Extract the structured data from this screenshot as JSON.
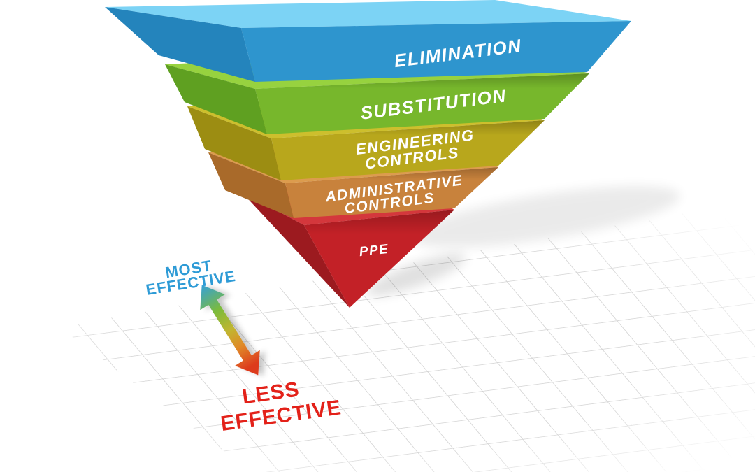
{
  "layers": [
    {
      "label_lines": [
        "ELIMINATION"
      ],
      "colors": {
        "top": "#7CD3F5",
        "front": "#2E95CE",
        "left": "#2484BC"
      }
    },
    {
      "label_lines": [
        "SUBSTITUTION"
      ],
      "colors": {
        "top": "#97D23F",
        "front": "#77B72C",
        "left": "#5FA021"
      }
    },
    {
      "label_lines": [
        "ENGINEERING",
        "CONTROLS"
      ],
      "colors": {
        "top": "#CDBF2D",
        "front": "#B8A71C",
        "left": "#9C8D12"
      }
    },
    {
      "label_lines": [
        "ADMINISTRATIVE",
        "CONTROLS"
      ],
      "colors": {
        "top": "#DC9C4E",
        "front": "#C8823C",
        "left": "#A96A2A"
      }
    },
    {
      "label_lines": [
        "PPE"
      ],
      "colors": {
        "top": "#D4373C",
        "front": "#C32127",
        "left": "#9C1A1F"
      }
    }
  ],
  "effectiveness_scale": {
    "most": {
      "lines": [
        "MOST",
        "EFFECTIVE"
      ],
      "color": "#2E9BD6"
    },
    "less": {
      "lines": [
        "LESS",
        "EFFECTIVE"
      ],
      "color": "#E32119"
    },
    "arrow_gradient": [
      "#35A0D8",
      "#7CBB3B",
      "#C1B530",
      "#E08A28",
      "#DD3A1E"
    ]
  },
  "floor": {
    "grid_line_color": "#D2D2D2",
    "background_color": "#FFFFFF"
  }
}
